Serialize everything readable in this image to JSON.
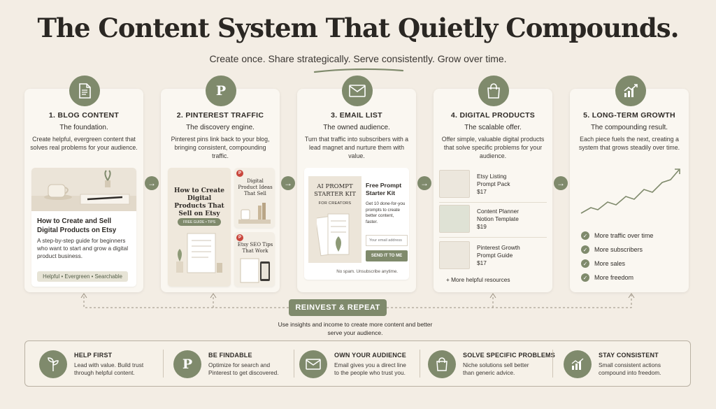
{
  "header": {
    "title": "The Content System That Quietly Compounds.",
    "subtitle": "Create once. Share strategically. Serve consistently. Grow over time."
  },
  "steps": [
    {
      "heading": "1. BLOG CONTENT",
      "tagline": "The foundation.",
      "description": "Create helpful, evergreen content that solves real problems for your audience.",
      "icon": "document-icon"
    },
    {
      "heading": "2. PINTEREST TRAFFIC",
      "tagline": "The discovery engine.",
      "description": "Pinterest pins link back to your blog, bringing consistent, compounding traffic.",
      "icon": "pinterest-icon"
    },
    {
      "heading": "3. EMAIL LIST",
      "tagline": "The owned audience.",
      "description": "Turn that traffic into subscribers with a lead magnet and nurture them with value.",
      "icon": "envelope-icon"
    },
    {
      "heading": "4. DIGITAL PRODUCTS",
      "tagline": "The scalable offer.",
      "description": "Offer simple, valuable digital products that solve specific problems for your audience.",
      "icon": "shopping-bag-icon"
    },
    {
      "heading": "5. LONG-TERM GROWTH",
      "tagline": "The compounding result.",
      "description": "Each piece fuels the next, creating a system that grows steadily over time.",
      "icon": "growth-chart-icon"
    }
  ],
  "blog": {
    "post_title": "How to Create and Sell Digital Products on Etsy",
    "post_desc": "A step-by-step guide for beginners who want to start and grow a digital product business.",
    "tags": "Helpful • Evergreen • Searchable"
  },
  "pinterest": {
    "pin_main": "How to Create Digital Products That Sell on Etsy",
    "pin_main_badge": "FREE GUIDE • TIPS",
    "pin_top": "Digital Product Ideas That Sell",
    "pin_bottom": "Etsy SEO Tips That Work"
  },
  "email": {
    "magnet_title": "AI PROMPT STARTER KIT",
    "magnet_sub": "FOR CREATORS",
    "offer_title": "Free Prompt Starter Kit",
    "offer_desc": "Get 10 done-for-you prompts to create better content, faster.",
    "input_placeholder": "Your email address",
    "button_label": "SEND IT TO ME",
    "disclaimer": "No spam. Unsubscribe anytime."
  },
  "products": {
    "items": [
      {
        "line1": "Etsy Listing",
        "line2": "Prompt Pack",
        "price": "$17"
      },
      {
        "line1": "Content Planner",
        "line2": "Notion Template",
        "price": "$19"
      },
      {
        "line1": "Pinterest Growth",
        "line2": "Prompt Guide",
        "price": "$17"
      }
    ],
    "more": "+ More helpful resources"
  },
  "growth": {
    "results": [
      "More traffic over time",
      "More subscribers",
      "More sales",
      "More freedom"
    ]
  },
  "loop": {
    "label": "REINVEST & REPEAT",
    "text": "Use insights and income to create more content and better serve your audience."
  },
  "principles": [
    {
      "title": "HELP FIRST",
      "desc_line1": "Lead with value. Build trust",
      "desc_line2": "through helpful content.",
      "icon": "sprout-icon"
    },
    {
      "title": "BE FINDABLE",
      "desc_line1": "Optimize for search and",
      "desc_line2": "Pinterest to get discovered.",
      "icon": "pinterest-icon"
    },
    {
      "title": "OWN YOUR AUDIENCE",
      "desc_line1": "Email gives you a direct line",
      "desc_line2": "to the people who trust you.",
      "icon": "envelope-icon"
    },
    {
      "title": "SOLVE SPECIFIC PROBLEMS",
      "desc_line1": "Niche solutions sell better",
      "desc_line2": "than generic advice.",
      "icon": "shopping-bag-icon"
    },
    {
      "title": "STAY CONSISTENT",
      "desc_line1": "Small consistent actions",
      "desc_line2": "compound into freedom.",
      "icon": "growth-chart-icon"
    }
  ],
  "colors": {
    "accent": "#7f8a6c",
    "background": "#f3ede4",
    "card": "#faf7f1",
    "text": "#2f2b27"
  }
}
